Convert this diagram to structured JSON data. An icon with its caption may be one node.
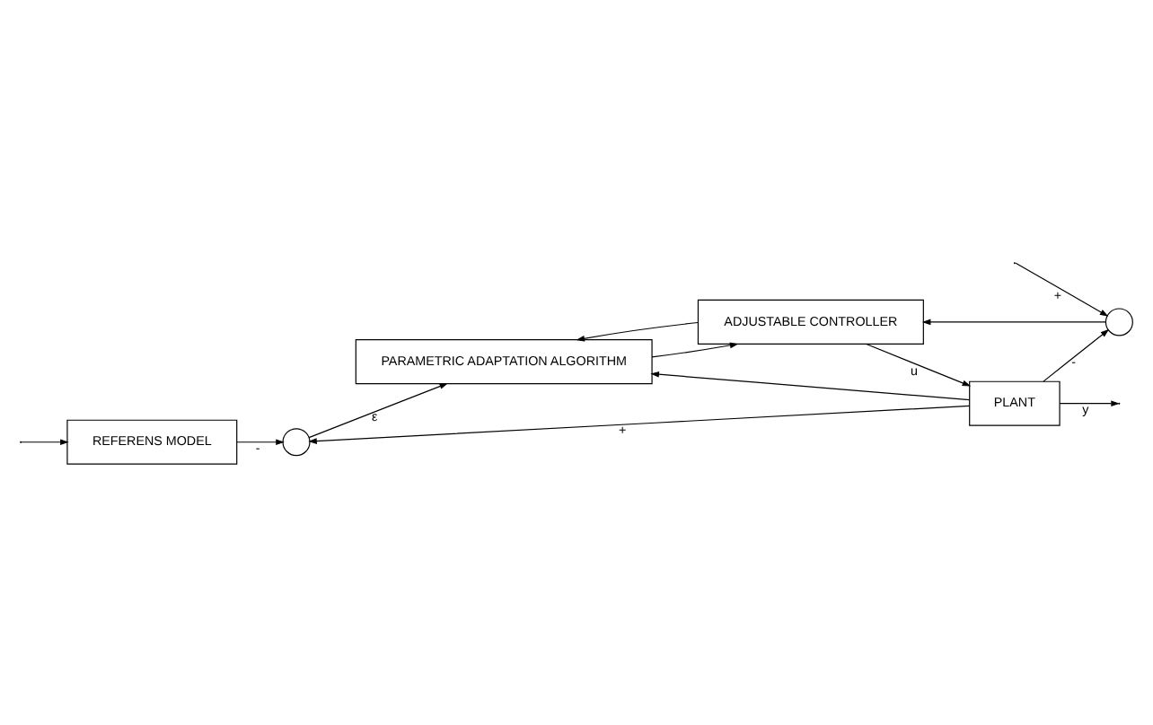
{
  "diagram": {
    "nodes": [
      {
        "text": [
          "REFERENS MODEL"
        ]
      },
      {
        "text": [],
        "shape": "circle"
      },
      {
        "text": [
          "PARAMETRIC ADAPTATION ALGORITHM"
        ]
      },
      {
        "text": [],
        "shape": "circle"
      },
      {
        "text": [
          "ADJUSTABLE CONTROLLER"
        ]
      },
      {
        "text": [
          "PLANT"
        ]
      }
    ],
    "edges": [
      {
        "from": null,
        "to": 0,
        "arrow": "to"
      },
      {
        "from": null,
        "to": 3,
        "arrow": "to",
        "label": "+"
      },
      {
        "from": 0,
        "to": 1,
        "arrow": "to",
        "label": "-"
      },
      {
        "from": 5,
        "to": 1,
        "arrow": "to",
        "label": "+"
      },
      {
        "from": 1,
        "to": 2,
        "arrow": "to",
        "label": "ε"
      },
      {
        "from": 2,
        "to": 4,
        "arrow": "to"
      },
      {
        "from": 3,
        "to": 4,
        "arrow": "to"
      },
      {
        "from": 4,
        "to": 5,
        "arrow": "to",
        "label": "u"
      },
      {
        "from": 4,
        "to": 2,
        "arrow": "to"
      },
      {
        "from": 5,
        "to": 2,
        "arrow": "to"
      },
      {
        "from": 5,
        "to": 3,
        "arrow": "to",
        "label": "-"
      },
      {
        "from": 5,
        "to": null,
        "arrow": "to",
        "label": "y"
      }
    ]
  }
}
